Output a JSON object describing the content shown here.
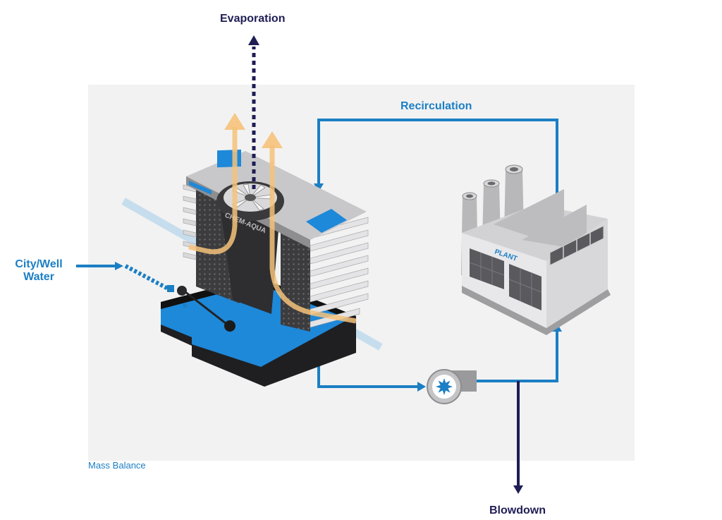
{
  "labels": {
    "evaporation": "Evaporation",
    "recirculation": "Recirculation",
    "city_well_line1": "City/Well",
    "city_well_line2": "Water",
    "blowdown": "Blowdown",
    "mass_balance": "Mass Balance",
    "tower_brand": "CHEM-AQUA",
    "plant_sign": "PLANT"
  },
  "colors": {
    "flow_blue": "#1b7fc4",
    "navy": "#1f1d55",
    "heat_orange": "#f6c27a",
    "panel_grey": "#f2f2f2",
    "water_blue": "#1e88d9"
  }
}
